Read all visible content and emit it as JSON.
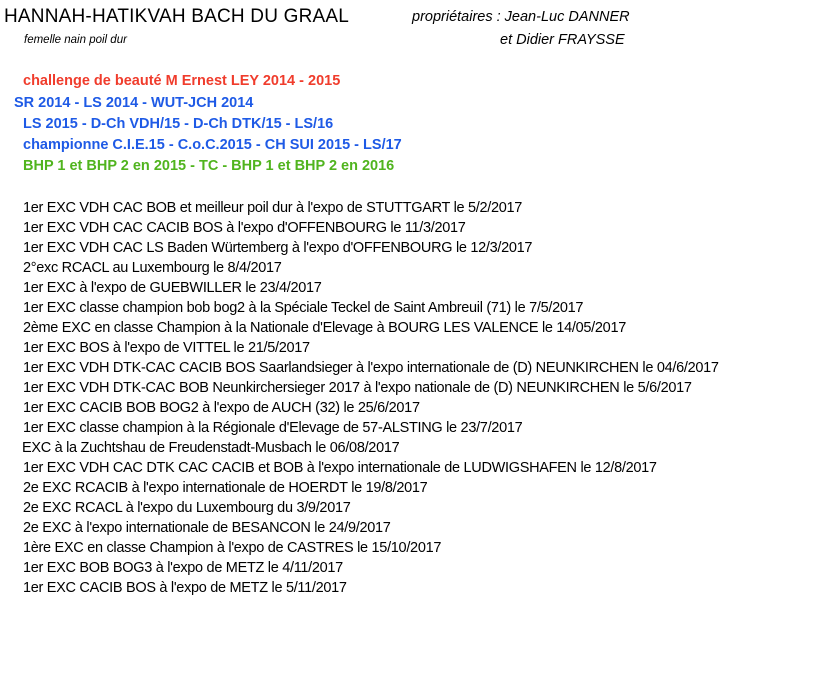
{
  "header": {
    "title": "HANNAH-HATIKVAH BACH DU GRAAL",
    "owners_line1": "propriétaires :  Jean-Luc DANNER",
    "owners_line2": "et Didier FRAYSSE",
    "subtitle": "femelle nain poil dur"
  },
  "titles": [
    {
      "text": "challenge de beauté M Ernest LEY 2014 - 2015",
      "color": "#f03c2c"
    },
    {
      "text": "SR 2014 - LS 2014 - WUT-JCH 2014",
      "color": "#1e5ae6"
    },
    {
      "text": "LS 2015 -  D-Ch VDH/15 - D-Ch DTK/15 - LS/16",
      "color": "#1e5ae6"
    },
    {
      "text": "championne C.I.E.15 -   C.o.C.2015 - CH SUI 2015 - LS/17",
      "color": "#1e5ae6"
    },
    {
      "text": "BHP 1 et BHP 2 en 2015 - TC - BHP 1 et BHP 2 en 2016",
      "color": "#50b41e"
    }
  ],
  "results": [
    "1er EXC VDH CAC BOB et meilleur poil dur à l'expo de STUTTGART le 5/2/2017",
    "1er EXC VDH CAC CACIB BOS à l'expo d'OFFENBOURG le 11/3/2017",
    "1er EXC VDH CAC LS Baden Würtemberg à l'expo d'OFFENBOURG le 12/3/2017",
    "2°exc RCACL au Luxembourg le 8/4/2017",
    "1er EXC à l'expo de GUEBWILLER le 23/4/2017",
    "1er EXC classe champion  bob bog2  à la Spéciale Teckel de Saint Ambreuil  (71) le 7/5/2017",
    "2ème EXC en classe Champion à la Nationale d'Elevage à BOURG LES VALENCE le 14/05/2017",
    "1er  EXC BOS à l'expo de VITTEL le 21/5/2017",
    "1er EXC VDH DTK-CAC CACIB BOS Saarlandsieger à l'expo internationale de (D) NEUNKIRCHEN le 04/6/2017",
    "1er EXC VDH DTK-CAC BOB Neunkirchersieger 2017 à l'expo nationale de (D) NEUNKIRCHEN le 5/6/2017",
    "1er EXC CACIB BOB BOG2 à l'expo de AUCH (32) le 25/6/2017",
    "1er EXC classe champion à la Régionale d'Elevage de 57-ALSTING le 23/7/2017",
    "EXC à la Zuchtshau de Freudenstadt-Musbach le 06/08/2017",
    "1er EXC VDH CAC DTK CAC CACIB et BOB à l'expo internationale de LUDWIGSHAFEN le 12/8/2017",
    "2e EXC RCACIB à l'expo internationale de HOERDT le 19/8/2017",
    "2e EXC RCACL à l'expo du Luxembourg du 3/9/2017",
    "2e EXC à l'expo internationale de BESANCON le 24/9/2017",
    "1ère EXC en classe Champion à l'expo de CASTRES le 15/10/2017",
    "1er EXC BOB BOG3 à l'expo de METZ le 4/11/2017",
    "1er EXC CACIB BOS à l'expo de METZ le 5/11/2017"
  ]
}
